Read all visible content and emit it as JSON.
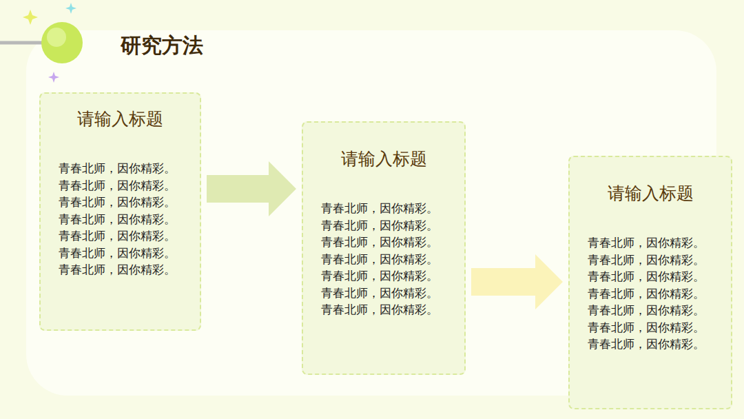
{
  "diagram": {
    "title": "研究方法",
    "nodes": [
      {
        "text": [
          "请输入标题",
          "青春北师，因你精彩。青春北师，因你精彩。青春北师，因你精彩。青春北师，因你精彩。青春北师，因你精彩。青春北师，因你精彩。青春北师，因你精彩。"
        ]
      },
      {
        "text": [
          "请输入标题",
          "青春北师，因你精彩。青春北师，因你精彩。青春北师，因你精彩。青春北师，因你精彩。青春北师，因你精彩。青春北师，因你精彩。青春北师，因你精彩。"
        ]
      },
      {
        "text": [
          "请输入标题",
          "青春北师，因你精彩。青春北师，因你精彩。青春北师，因你精彩。青春北师，因你精彩。青春北师，因你精彩。青春北师，因你精彩。青春北师，因你精彩。"
        ]
      }
    ],
    "edges": [
      {
        "from": 0,
        "to": 1,
        "arrow": "to"
      },
      {
        "from": 1,
        "to": 2,
        "arrow": "to"
      }
    ]
  }
}
